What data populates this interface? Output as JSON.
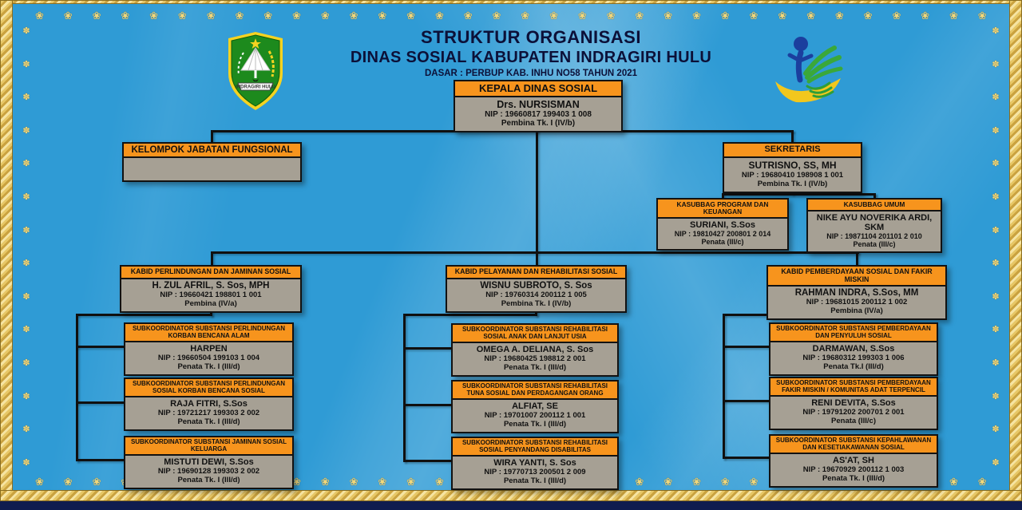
{
  "page": {
    "title_line1": "STRUKTUR ORGANISASI",
    "title_line2": "DINAS SOSIAL KABUPATEN INDRAGIRI HULU",
    "title_line3": "DASAR : PERBUP KAB. INHU NO58 TAHUN 2021"
  },
  "logos": {
    "left": "indragiri-hulu-regency-crest",
    "left_banner": "INDRAGIRI HULU",
    "right": "kementerian-sosial-style-logo"
  },
  "colors": {
    "background": "#2F9BD5",
    "header_orange": "#F7941D",
    "box_gray": "#A6A094",
    "frame_gold": "#E7C766",
    "bottom_navy": "#0F1C4F"
  },
  "org": {
    "kepala": {
      "title": "KEPALA DINAS SOSIAL",
      "name": "Drs. NURSISMAN",
      "nip": "NIP : 19660817 199403 1 008",
      "rank": "Pembina Tk. I (IV/b)"
    },
    "kelompok": {
      "title": "KELOMPOK JABATAN FUNGSIONAL"
    },
    "sekretaris": {
      "title": "SEKRETARIS",
      "name": "SUTRISNO, SS, MH",
      "nip": "NIP : 19680410 198908 1 001",
      "rank": "Pembina Tk. I (IV/b)"
    },
    "kasubbag": [
      {
        "title": "KASUBBAG PROGRAM DAN KEUANGAN",
        "name": "SURIANI, S.Sos",
        "nip": "NIP : 19810427 200801 2 014",
        "rank": "Penata (III/c)"
      },
      {
        "title": "KASUBBAG UMUM",
        "name": "NIKE AYU NOVERIKA ARDI, SKM",
        "nip": "NIP : 19871104 201101 2 010",
        "rank": "Penata (III/c)"
      }
    ],
    "kabid": [
      {
        "title": "KABID PERLINDUNGAN DAN JAMINAN SOSIAL",
        "name": "H. ZUL AFRIL, S. Sos, MPH",
        "nip": "NIP : 19660421 198801 1 001",
        "rank": "Pembina (IV/a)",
        "subs": [
          {
            "title": "SUBKOORDINATOR SUBSTANSI PERLINDUNGAN KORBAN BENCANA ALAM",
            "name": "HARPEN",
            "nip": "NIP : 19660504 199103 1 004",
            "rank": "Penata Tk. I (III/d)"
          },
          {
            "title": "SUBKOORDINATOR SUBSTANSI PERLINDUNGAN SOSIAL KORBAN BENCANA SOSIAL",
            "name": "RAJA FITRI, S.Sos",
            "nip": "NIP : 19721217 199303 2 002",
            "rank": "Penata Tk. I (III/d)"
          },
          {
            "title": "SUBKOORDINATOR SUBSTANSI JAMINAN SOSIAL KELUARGA",
            "name": "MISTUTI DEWI, S.Sos",
            "nip": "NIP : 19690128 199303 2 002",
            "rank": "Penata Tk. I (III/d)"
          }
        ]
      },
      {
        "title": "KABID PELAYANAN DAN REHABILITASI SOSIAL",
        "name": "WISNU SUBROTO, S. Sos",
        "nip": "NIP : 19760314 200112 1 005",
        "rank": "Pembina Tk. I (IV/b)",
        "subs": [
          {
            "title": "SUBKOORDINATOR SUBSTANSI REHABILITASI SOSIAL ANAK DAN LANJUT USIA",
            "name": "OMEGA A. DELIANA, S. Sos",
            "nip": "NIP : 19680425 198812 2 001",
            "rank": "Penata Tk. I (III/d)"
          },
          {
            "title": "SUBKOORDINATOR SUBSTANSI REHABILITASI TUNA SOSIAL DAN PERDAGANGAN ORANG",
            "name": "ALFIAT, SE",
            "nip": "NIP : 19701007 200112 1 001",
            "rank": "Penata Tk. I (III/d)"
          },
          {
            "title": "SUBKOORDINATOR SUBSTANSI REHABILITASI SOSIAL PENYANDANG DISABILITAS",
            "name": "WIRA YANTI, S. Sos",
            "nip": "NIP : 19770713 200501 2 009",
            "rank": "Penata Tk. I (III/d)"
          }
        ]
      },
      {
        "title": "KABID PEMBERDAYAAN SOSIAL DAN FAKIR MISKIN",
        "name": "RAHMAN INDRA, S.Sos, MM",
        "nip": "NIP : 19681015 200112 1 002",
        "rank": "Pembina (IV/a)",
        "subs": [
          {
            "title": "SUBKOORDINATOR SUBSTANSI PEMBERDAYAAN DAN PENYULUH SOSIAL",
            "name": "DARMAWAN, S.Sos",
            "nip": "NIP : 19680312 199303 1 006",
            "rank": "Penata Tk.I (III/d)"
          },
          {
            "title": "SUBKOORDINATOR SUBSTANSI PEMBERDAYAAN FAKIR MISKIN / KOMUNITAS ADAT TERPENCIL",
            "name": "RENI DEVITA, S.Sos",
            "nip": "NIP : 19791202 200701 2 001",
            "rank": "Penata (III/c)"
          },
          {
            "title": "SUBKOORDINATOR SUBSTANSI KEPAHLAWANAN DAN KESETIAKAWANAN SOSIAL",
            "name": "AS'AT, SH",
            "nip": "NIP : 19670929 200112 1 003",
            "rank": "Penata Tk. I (III/d)"
          }
        ]
      }
    ]
  }
}
